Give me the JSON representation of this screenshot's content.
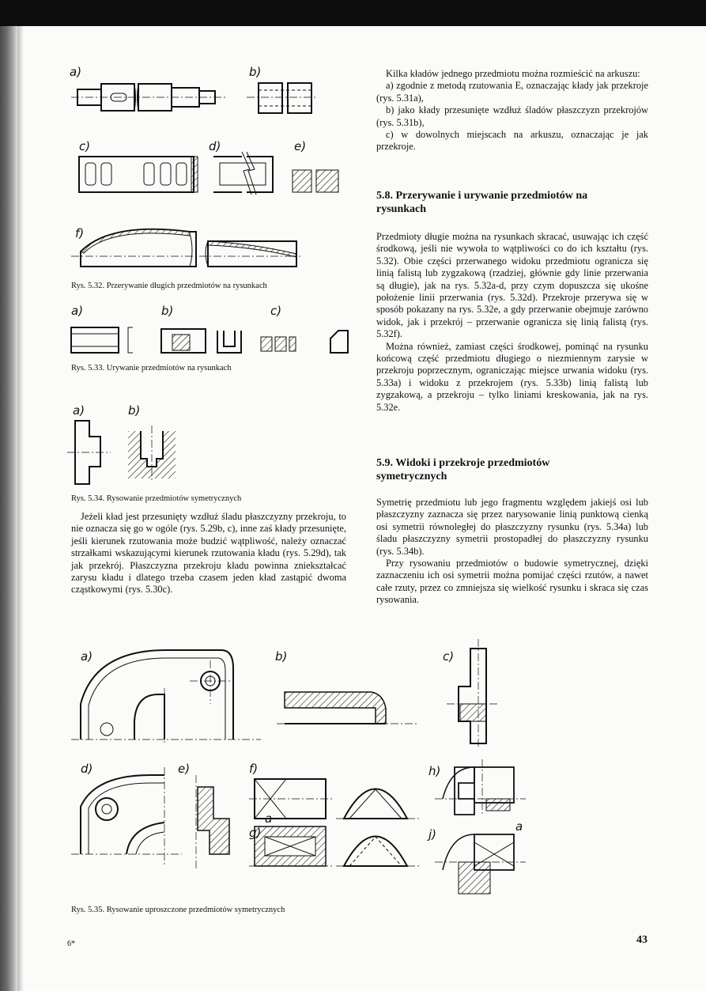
{
  "page_number": "43",
  "signature": "6*",
  "fig_labels": {
    "a": "a)",
    "b": "b)",
    "c": "c)",
    "d": "d)",
    "e": "e)",
    "f": "f)",
    "g": "g)",
    "h": "h)",
    "j": "j)",
    "sec": "a"
  },
  "captions": {
    "rys532": "Rys. 5.32. Przerywanie długich przedmiotów na rysunkach",
    "rys533": "Rys. 5.33. Urywanie przedmiotów na rysunkach",
    "rys534": "Rys. 5.34. Rysowanie przedmiotów symetrycznych",
    "rys535": "Rys. 5.35. Rysowanie uproszczone przedmiotów symetrycznych"
  },
  "left_text": {
    "p1": "Jeżeli kład jest przesunięty wzdłuż śladu płaszczyzny przekroju, to nie oznacza się go w ogóle (rys. 5.29b, c), inne zaś kłady przesunięte, jeśli kierunek rzutowania może budzić wątpliwość, należy oznaczać strzałkami wskazującymi kierunek rzutowania kładu (rys. 5.29d), tak jak przekrój. Płaszczyzna przekroju kładu powinna zniekształcać zarysu kładu i dlatego trzeba czasem jeden kład zastąpić dwoma cząstkowymi (rys. 5.30c)."
  },
  "right_text": {
    "intro": "Kilka kładów jednego przedmiotu można rozmieścić na arkuszu:",
    "item_a": "a) zgodnie z metodą rzutowania E, oznaczając kłady jak przekroje (rys. 5.31a),",
    "item_b": "b) jako kłady przesunięte wzdłuż śladów płaszczyzn przekrojów (rys. 5.31b),",
    "item_c": "c) w dowolnych miejscach na arkuszu, oznaczając je jak przekroje.",
    "h58": "5.8. Przerywanie i urywanie przedmiotów na rysunkach",
    "p58a": "Przedmioty długie można na rysunkach skracać, usuwając ich część środkową, jeśli nie wywoła to wątpliwości co do ich kształtu (rys. 5.32). Obie części przerwanego widoku przedmiotu ogranicza się linią falistą lub zygzakową (rzadziej, głównie gdy linie przerwania są długie), jak na rys. 5.32a-d, przy czym dopuszcza się ukośne położenie linii przerwania (rys. 5.32d). Przekroje przerywa się w sposób pokazany na rys. 5.32e, a gdy przerwanie obejmuje zarówno widok, jak i przekrój – przerwanie ogranicza się linią falistą (rys. 5.32f).",
    "p58b": "Można również, zamiast części środkowej, pominąć na rysunku końcową część przedmiotu długiego o niezmiennym zarysie w przekroju poprzecznym, ograniczając miejsce urwania widoku (rys. 5.33a) i widoku z przekrojem (rys. 5.33b) linią falistą lub zygzakową, a przekroju – tylko liniami kreskowania, jak na rys. 5.32e.",
    "h59": "5.9. Widoki i przekroje przedmiotów symetrycznych",
    "p59a": "Symetrię przedmiotu lub jego fragmentu względem jakiejś osi lub płaszczyzny zaznacza się przez narysowanie linią punktową cienką osi symetrii równoległej do płaszczyzny rysunku (rys. 5.34a) lub śladu płaszczyzny symetrii prostopadłej do płaszczyzny rysunku (rys. 5.34b).",
    "p59b": "Przy rysowaniu przedmiotów o budowie symetrycznej, dzięki zaznaczeniu ich osi symetrii można pomijać części rzutów, a nawet całe rzuty, przez co zmniejsza się wielkość rysunku i skraca się czas rysowania."
  }
}
